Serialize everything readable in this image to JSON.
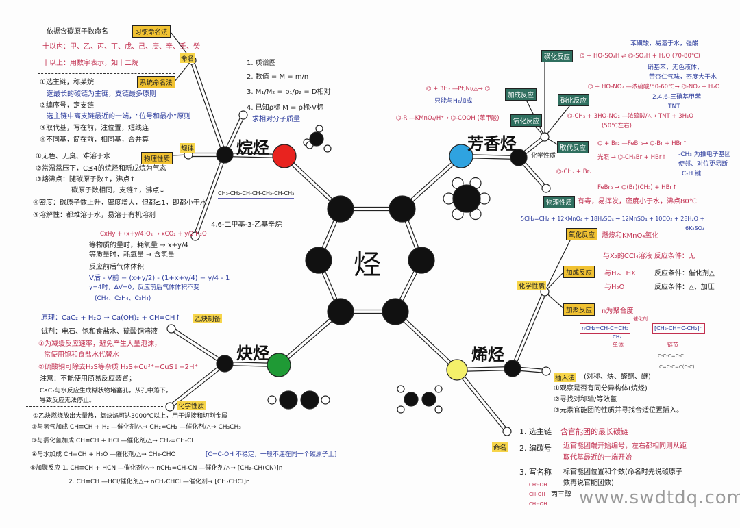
{
  "center": "烃",
  "colors": {
    "alkane": "#e8231f",
    "arene": "#2fa3e0",
    "alkyne": "#1f9a35",
    "alkene": "#f4f06a",
    "blue_text": "#2a3a9c",
    "red_text": "#c23050",
    "highlight": "#f1c232"
  },
  "alkane": {
    "title": "烷烃",
    "label_naming_common": "习惯命名法",
    "label_naming_system": "系统命名法",
    "label_naming": "命名",
    "label_physical": "物理性质",
    "label_physical_tag": "规律",
    "common_naming": [
      "依据含碳原子数命名",
      "十以内：甲、乙、丙、丁、戊、己、庚、辛、壬、癸",
      "十以上：用数字表示，如十二烷"
    ],
    "system_naming": [
      "①选主链，称某烷",
      "选最长的碳链为主链，支链最多原则",
      "②编序号，定支链",
      "选主链中离支链最近的一端，“位号和最小”原则",
      "③取代基，写在前，注位置，短线连",
      "④不同基，简在前，相同基，合并算"
    ],
    "physical": [
      "①无色、无臭、难溶于水",
      "②常温常压下，C≤4的烷烃和新戊烷为气态",
      "③熔沸点：随碳原子数↑，沸点↑",
      "碳原子数相同，支链↑，沸点↓",
      "④密度：碳原子数上升，密度增大，但都≤1，即都小于水",
      "⑤溶解性：都难溶于水，易溶于有机溶剂"
    ],
    "molar_mass": [
      "1. 质谱图",
      "2. 数值 = M = m/n",
      "3. M₁/M₂ = ρ₁/ρ₂ = D相对",
      "4. 已知ρ标  M = ρ标·V标",
      "求相对分子质量"
    ],
    "example_formula": "CH₃-CH₂-CH-CH-CH₂-CH-CH₃",
    "example_name": "4,6-二甲基-3-乙基辛烷",
    "combustion": [
      "CxHy + (x+y/4)O₂ → xCO₂ + y/2 H₂O",
      "等物质的量时，耗氧量 → x+y/4",
      "等质量时，耗氧量 → 含氢量",
      "反应前后气体体积",
      "V后 - V前 = (x+y/2) - (1+x+y/4) = y/4 - 1",
      "y=4时，ΔV=0，反应前后气体体积不变",
      "(CH₄、C₂H₄、C₃H₄)"
    ]
  },
  "arene": {
    "title": "芳香烃",
    "label_sulfonation": "磺化反应",
    "label_addition": "加成反应",
    "label_nitration": "硝化反应",
    "label_oxidation": "氧化反应",
    "label_substitution": "取代反应",
    "label_chem": "化学性质",
    "label_physical": "物理性质",
    "addition_eq": "⌬ + 3H₂ —Pt,Ni/△→ ⌬",
    "addition_note": "只能与H₂加成",
    "oxidation_eq": "⌬-R —KMnO₄/H⁺→ ⌬-COOH (苯甲酸)",
    "sulfonation_eq": "⌬ + HO-SO₃H ⇌ ⌬-SO₃H + H₂O (70-80℃)",
    "sulfonation_note": "苯磺酸，易溶于水，强酸",
    "nitration_note": [
      "硝基苯，无色液体，",
      "苦杏仁气味，密度大于水"
    ],
    "nitration_eq1": "⌬ + HO-NO₂ —浓硫酸/50-60℃→ ⌬-NO₂ + H₂O",
    "tnt": [
      "2,4,6-三硝基甲苯",
      "TNT"
    ],
    "nitration_eq2": "⌬-CH₃ + 3HO-NO₂ —浓硫酸/△→ TNT + 3H₂O",
    "nitration_cond": "(50℃左右)",
    "substitution_eq1": "⌬ + Br₂ —FeBr₃→ ⌬-Br + HBr↑",
    "substitution_eq2": "⌬-CH₃ + Br₂",
    "sub_light": "光照 → ⌬-CH₂Br + HBr↑",
    "sub_febr": "FeBr₃ → ⌬(Br)(CH₃) + HBr↑",
    "sub_note": [
      "-CH₃ 为推电子基团",
      "使邻、对位更易断",
      "C-H 键"
    ],
    "physical": "有毒，易挥发，密度小于水，沸点80℃",
    "kmno4_eq": [
      "5CH₂=CH₂ + 12KMnO₄ + 18H₂SO₄ → 12MnSO₄ + 10CO₂ + 28H₂O +",
      "6K₂SO₄"
    ]
  },
  "alkene": {
    "title": "烯烃",
    "label_oxidation": "氧化反应",
    "label_addition": "加成反应",
    "label_polymer": "加聚反应",
    "label_chem": "化学性质",
    "label_insert": "插入法",
    "label_naming": "命名",
    "oxidation": "燃烧和KMnO₄氧化",
    "addition": [
      "与X₂的CCl₄溶液 反应条件：无",
      "与H₂、HX",
      "与H₂O",
      "反应条件：催化剂△",
      "反应条件：△、加压"
    ],
    "polymer": "n为聚合度",
    "polymer_eq": [
      "nCH₂=CH-C=CH₂",
      "CH₃",
      "单体",
      "催化剂",
      "[CH₂-CH=C-CH₂]n",
      "链节"
    ],
    "carbon": [
      "C-C-C=C-C",
      "C=C-C=C(C-C)"
    ],
    "insert": [
      "(对称、炔、醛酮、醚)",
      "①观察是否有同分异构体(烷烃)",
      "②寻找对称轴/等效氢",
      "③元素官能团的性质并寻找合适位置插入。"
    ],
    "naming": [
      "1. 选主链",
      "含官能团的最长碳链",
      "2. 编碳号",
      "近官能团端开始编号，左右都相同则从距",
      "取代基最近的一端开始",
      "3. 写名称",
      "标官能团位置和个数(命名时先说碳原子",
      "数再说官能团数)"
    ],
    "glycerol": [
      "CH₂-OH",
      "CH-OH",
      "CH₂-OH",
      "丙三醇"
    ]
  },
  "alkyne": {
    "title": "炔烃",
    "label_prep": "乙炔制备",
    "label_chem": "化学性质",
    "prep": [
      "原理：CaC₂ + H₂O → Ca(OH)₂ + CH≡CH↑",
      "试剂：电石、饱和食盐水、硫酸铜溶液",
      "①为减缓反应速率，避免产生大量泡沫，",
      "常使用饱和食盐水代替水",
      "②硫酸铜可除去H₂S等杂质  H₂S+Cu²⁺=CuS↓+2H⁺",
      "注意：不能使用简易反应装置；",
      "CaC₂与水反应生成糊状物堵塞孔，从孔中落下，",
      "导致反应无法停止。"
    ],
    "chem": [
      "①乙炔燃烧放出大量热，氧炔焰可达3000℃以上，用于焊接和切割金属",
      "②与氢气加成  CH≡CH + H₂ —催化剂/△→ CH₂=CH₂ —催化剂/△→ CH₃CH₃",
      "③与氯化氢加成  CH≡CH + HCl —催化剂/△→ CH₂=CH-Cl",
      "④与水加成  CH≡CH + H₂O —催化剂/△→ CH₃-CHO",
      "[C=C-OH 不稳定，一般不连在同一个碳原子上]",
      "⑤加聚反应  1. CH≡CH + HCN —催化剂/△→ nCH₂=CH-CN —催化剂/△→ [CH₂-CH(CN)]n",
      "2. CH≡CH —HCl/催化剂△→ nCH₂CHCl —催化剂→ [CH₂CHCl]n"
    ]
  },
  "watermark": "www.swdtdq.com"
}
